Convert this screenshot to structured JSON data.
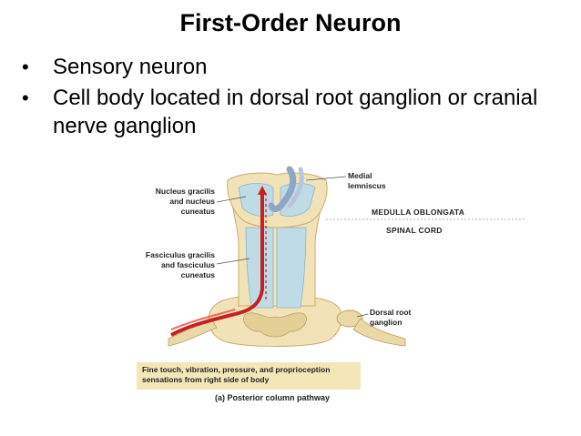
{
  "slide": {
    "title": "First-Order Neuron",
    "bullets": [
      "Sensory neuron",
      "Cell body located in dorsal root ganglion or cranial nerve ganglion"
    ]
  },
  "diagram": {
    "labels": {
      "nucleus": [
        "Nucleus gracilis",
        "and nucleus",
        "cuneatus"
      ],
      "fasciculus": [
        "Fasciculus gracilis",
        "and fasciculus",
        "cuneatus"
      ],
      "medial_lemniscus": [
        "Medial",
        "lemniscus"
      ],
      "medulla": "MEDULLA OBLONGATA",
      "spinal_cord": "SPINAL CORD",
      "dorsal_root_ganglion": [
        "Dorsal root",
        "ganglion"
      ]
    },
    "caption_box": "Fine touch, vibration, pressure, and proprioception sensations from right side of body",
    "figure_caption": "(a) Posterior column pathway",
    "colors": {
      "tissue": "#f1e2b8",
      "tissue_dark": "#d9c28a",
      "columns": "#bfdbe6",
      "nerve_fiber": "#c8201e",
      "lemniscus": "#8fa6c6",
      "caption_box": "#f3e7b8"
    }
  }
}
